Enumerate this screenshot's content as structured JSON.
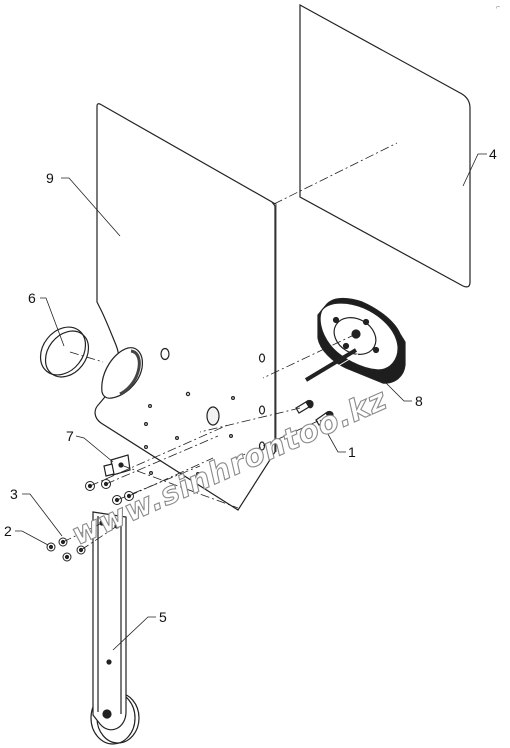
{
  "diagram": {
    "callouts": [
      {
        "id": "1",
        "label": "1"
      },
      {
        "id": "2",
        "label": "2"
      },
      {
        "id": "3",
        "label": "3"
      },
      {
        "id": "4",
        "label": "4"
      },
      {
        "id": "5",
        "label": "5"
      },
      {
        "id": "6",
        "label": "6"
      },
      {
        "id": "7",
        "label": "7"
      },
      {
        "id": "8",
        "label": "8"
      },
      {
        "id": "9",
        "label": "9"
      }
    ]
  },
  "watermark": {
    "text": "www.sinhrontoo.kz"
  },
  "corner_mark": "⌐"
}
